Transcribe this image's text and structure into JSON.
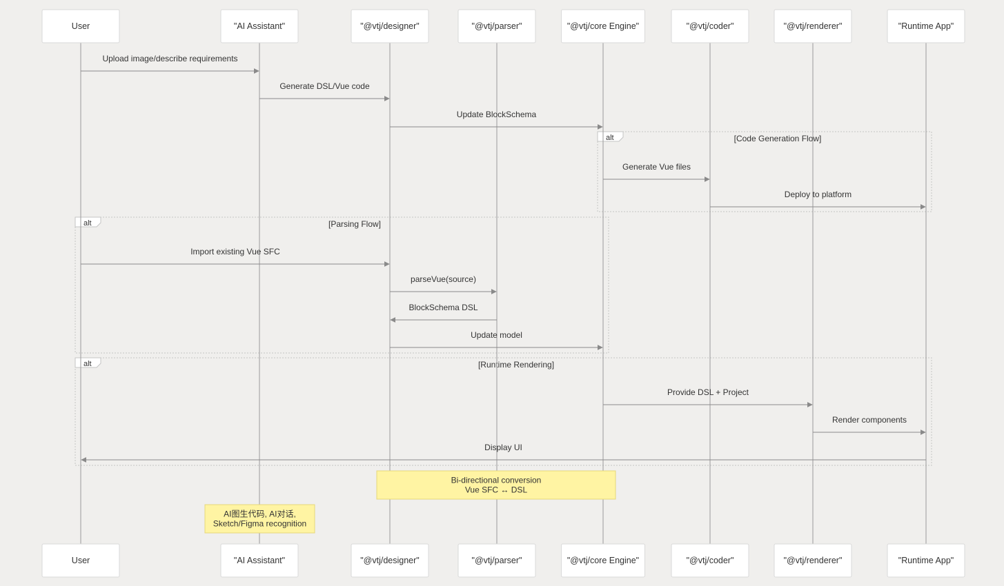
{
  "participants": [
    {
      "id": "user",
      "label": "User"
    },
    {
      "id": "ai",
      "label": "\"AI Assistant\""
    },
    {
      "id": "designer",
      "label": "\"@vtj/designer\""
    },
    {
      "id": "parser",
      "label": "\"@vtj/parser\""
    },
    {
      "id": "core",
      "label": "\"@vtj/core Engine\""
    },
    {
      "id": "coder",
      "label": "\"@vtj/coder\""
    },
    {
      "id": "renderer",
      "label": "\"@vtj/renderer\""
    },
    {
      "id": "runtime",
      "label": "\"Runtime App\""
    }
  ],
  "messages": [
    {
      "from": "user",
      "to": "ai",
      "text": "Upload image/describe requirements"
    },
    {
      "from": "ai",
      "to": "designer",
      "text": "Generate DSL/Vue code"
    },
    {
      "from": "designer",
      "to": "core",
      "text": "Update BlockSchema"
    },
    {
      "from": "core",
      "to": "coder",
      "text": "Generate Vue files"
    },
    {
      "from": "coder",
      "to": "runtime",
      "text": "Deploy to platform"
    },
    {
      "from": "user",
      "to": "designer",
      "text": "Import existing Vue SFC"
    },
    {
      "from": "designer",
      "to": "parser",
      "text": "parseVue(source)"
    },
    {
      "from": "parser",
      "to": "designer",
      "text": "BlockSchema DSL"
    },
    {
      "from": "designer",
      "to": "core",
      "text": "Update model"
    },
    {
      "from": "core",
      "to": "renderer",
      "text": "Provide DSL + Project"
    },
    {
      "from": "renderer",
      "to": "runtime",
      "text": "Render components"
    },
    {
      "from": "runtime",
      "to": "user",
      "text": "Display UI"
    }
  ],
  "fragments": [
    {
      "type": "alt",
      "condition": "[Code Generation Flow]"
    },
    {
      "type": "alt",
      "condition": "[Parsing Flow]"
    },
    {
      "type": "alt",
      "condition": "[Runtime Rendering]"
    }
  ],
  "notes": [
    {
      "lines": [
        "Bi-directional conversion",
        "Vue SFC ↔ DSL"
      ]
    },
    {
      "lines": [
        "AI图生代码, AI对话,",
        "Sketch/Figma recognition"
      ]
    }
  ],
  "colors": {
    "background": "#f0efed",
    "note_fill": "#fff4a3",
    "line": "#8a8a8a"
  }
}
